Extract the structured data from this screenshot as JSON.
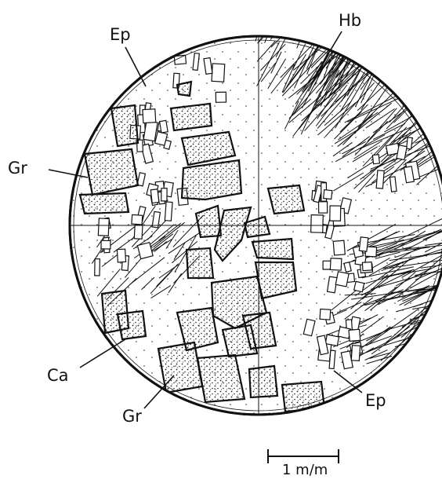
{
  "figure": {
    "labels": {
      "ep_top": "Ep",
      "hb": "Hb",
      "gr_left": "Gr",
      "ca": "Ca",
      "gr_bottom": "Gr",
      "ep_bottom": "Ep"
    },
    "scale_bar": {
      "label": "1 m/m",
      "length_mm": 1
    },
    "colors": {
      "ink": "#111111",
      "background": "#ffffff"
    }
  }
}
